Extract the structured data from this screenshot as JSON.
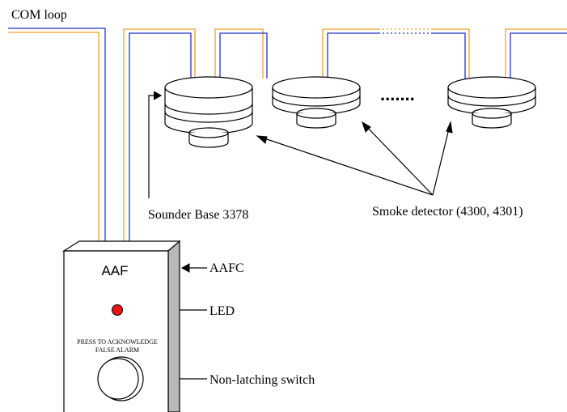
{
  "labels": {
    "com_loop": "COM loop",
    "sounder_base": "Sounder Base 3378",
    "smoke_detector": "Smoke detector (4300, 4301)",
    "aafc": "AAFC",
    "led": "LED",
    "switch": "Non-latching switch",
    "ellipsis": "......."
  },
  "unit": {
    "title": "AAF",
    "caption_line1": "PRESS TO ACKNOWLEDGE",
    "caption_line2": "FALSE ALARM"
  },
  "colors": {
    "wire_blue": "#2233cc",
    "wire_orange": "#f0a030",
    "led_red": "#ee1111",
    "outline": "#000000",
    "box_side": "#b8b8b8"
  }
}
